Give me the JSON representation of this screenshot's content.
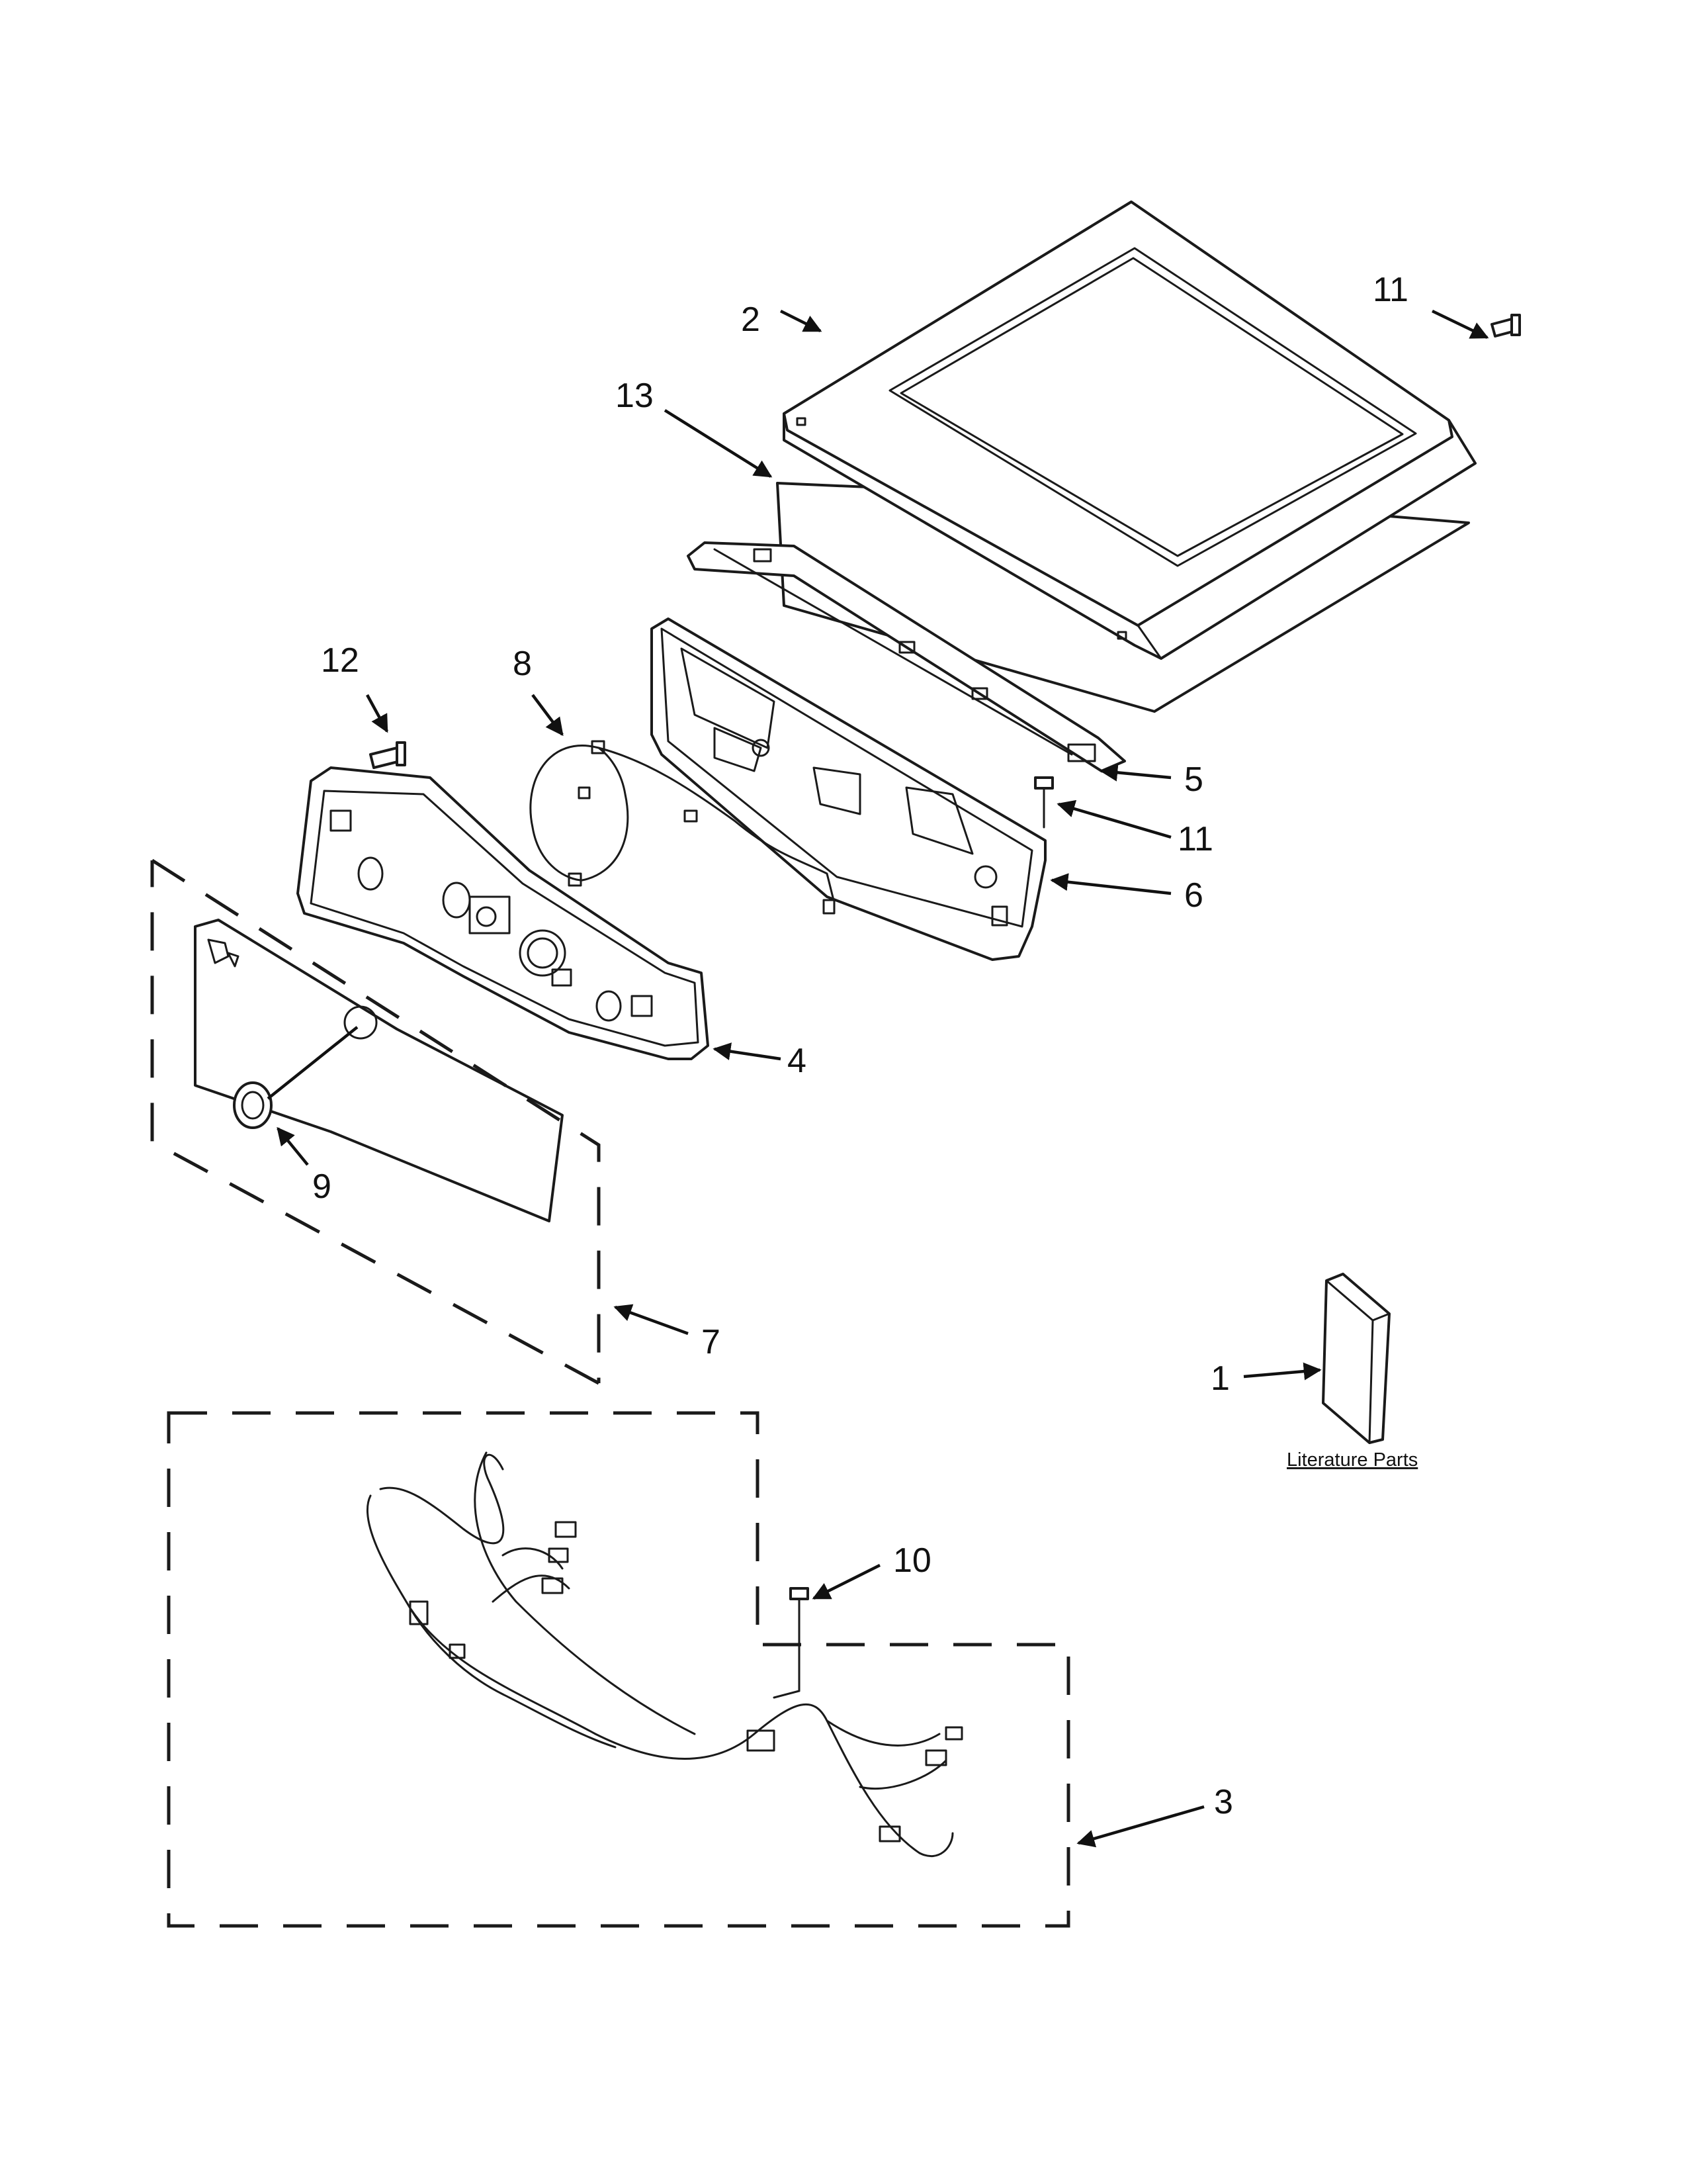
{
  "callouts": {
    "c1": "1",
    "c2": "2",
    "c3": "3",
    "c4": "4",
    "c5": "5",
    "c6": "6",
    "c7": "7",
    "c8": "8",
    "c9": "9",
    "c10": "10",
    "c11a": "11",
    "c11b": "11",
    "c12": "12",
    "c13": "13"
  },
  "literature": {
    "label": "Literature Parts"
  }
}
